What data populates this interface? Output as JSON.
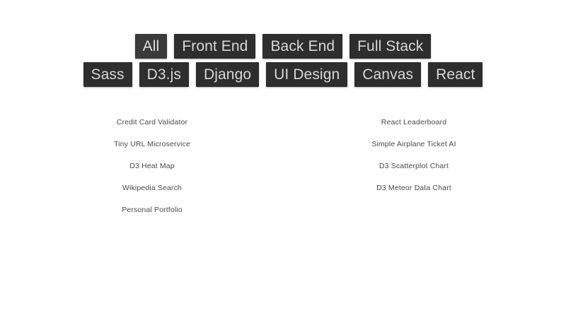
{
  "page": {
    "background_color": "#ffffff",
    "accent_color": "#2e2e2e",
    "text_color": "#4a4a4a"
  },
  "filters": {
    "rows": [
      [
        {
          "label": "All",
          "active": true
        },
        {
          "label": "Front End",
          "active": false
        },
        {
          "label": "Back End",
          "active": false
        },
        {
          "label": "Full Stack",
          "active": false
        }
      ],
      [
        {
          "label": "Sass",
          "active": false
        },
        {
          "label": "D3.js",
          "active": false
        },
        {
          "label": "Django",
          "active": false
        },
        {
          "label": "UI Design",
          "active": false
        },
        {
          "label": "Canvas",
          "active": false
        },
        {
          "label": "React",
          "active": false
        }
      ]
    ]
  },
  "projects": {
    "columns": [
      {
        "items": [
          {
            "label": "Credit Card Validator"
          },
          {
            "label": "Tiny URL Microservice"
          },
          {
            "label": "D3 Heat Map"
          },
          {
            "label": "Wikipedia Search"
          },
          {
            "label": "Personal Portfolio"
          }
        ]
      },
      {
        "items": [
          {
            "label": "React Leaderboard"
          },
          {
            "label": "Simple Airplane Ticket AI"
          },
          {
            "label": "D3 Scatterplot Chart"
          },
          {
            "label": "D3 Meteor Data Chart"
          }
        ]
      }
    ]
  }
}
